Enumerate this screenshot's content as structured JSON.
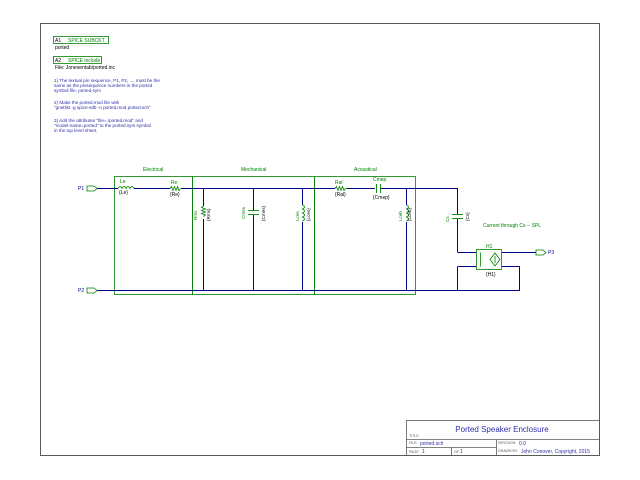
{
  "attributes": {
    "a1_label": "A1",
    "a1_value": "SPICE SUBCKT",
    "a1_sub": "ported",
    "a2_label": "A2",
    "a2_value": "SPICE include",
    "a2_sub": "File: Jonesentab/ported.inc"
  },
  "notes": [
    "1) The textual pin sequence, P1, P2, ..., must be the",
    "same as the pinsequence numbers in the ported",
    "symbol file, ported.sym",
    "",
    "2) Make the ported.mod file with",
    "\"gnetlist -g spice-sdb -o ported.mod ported.sch\"",
    "",
    "3) Add the attributes \"file=./ported.mod\" and",
    "\"model-name=ported\" to the ported.sym symbol",
    "in the top level sheet."
  ],
  "sections": {
    "electrical": "Electrical",
    "mechanical": "Mechanical",
    "acoustical": "Acoustical"
  },
  "pins": {
    "p1": "P1",
    "p2": "P2",
    "p3": "P3"
  },
  "components": {
    "le": {
      "ref": "Le",
      "value": "{Le}"
    },
    "re": {
      "ref": "Re",
      "value": "{Re}"
    },
    "rms": {
      "ref": "Rms",
      "value": "{Rms}"
    },
    "cmes": {
      "ref": "Cmes",
      "value": "{Cmes}"
    },
    "lces": {
      "ref": "Lces",
      "value": "{Lces}"
    },
    "ral": {
      "ref": "Ral",
      "value": "{Ral}"
    },
    "cmep": {
      "ref": "Cmep",
      "value": "{Cmep}"
    },
    "lceb": {
      "ref": "Lceb",
      "value": "{Lceb}"
    },
    "cs": {
      "ref": "Cs",
      "value": "{Cs}"
    },
    "h1": {
      "ref": "H1",
      "value": "{H1}"
    }
  },
  "annotation": "Current through Cs -- SPL",
  "title_block": {
    "title": "Ported Speaker Enclosure",
    "title_label": "TITLE",
    "file_label": "FILE:",
    "file_value": "ported.sch",
    "page_label": "PAGE",
    "page_value": "1",
    "of_label": "OF",
    "of_value": "1",
    "revision_label": "REVISION:",
    "revision_value": "0.0",
    "drawn_label": "DRAWN BY:",
    "drawn_value": "John Conover, Copyright, 2015"
  },
  "colors": {
    "frame": "#5a5a5a",
    "net": "#00008b",
    "component": "#008000",
    "text": "#000000",
    "title_text": "#2e2ea8"
  }
}
